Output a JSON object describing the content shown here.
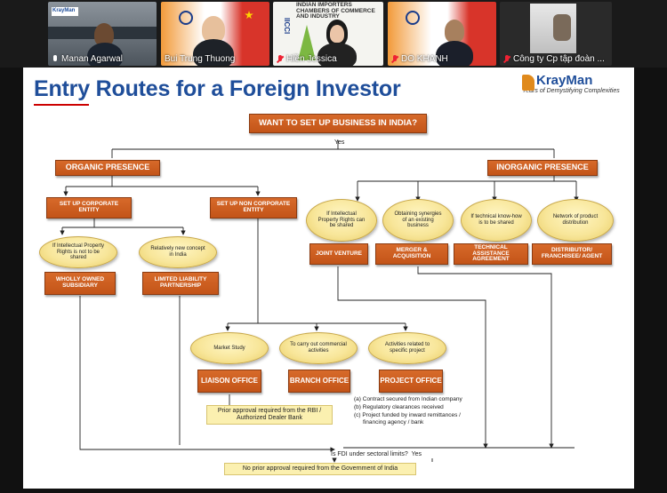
{
  "participants": [
    {
      "name": "Manan Agarwal",
      "muted": false
    },
    {
      "name": "Bui Trung Thuong",
      "muted": false
    },
    {
      "name": "Hiền Jessica",
      "muted": true
    },
    {
      "name": "DO KHANH",
      "muted": true
    },
    {
      "name": "Công ty Cp tập đoàn ...",
      "muted": true
    }
  ],
  "tile3_banner": {
    "line1": "INDIAN IMPORTERS",
    "line2": "CHAMBERS OF COMMERCE",
    "line3": "AND INDUSTRY",
    "vertical": "IICCI"
  },
  "slide": {
    "title": "Entry Routes for a Foreign Investor",
    "logo": {
      "name": "KrayMan",
      "tagline": "Years of Demystifying Complexities"
    },
    "top_question": "WANT TO SET UP BUSINESS IN INDIA?",
    "yes1": "Yes",
    "organic": "ORGANIC PRESENCE",
    "inorganic": "INORGANIC PRESENCE",
    "corporate_entity": "SET UP CORPORATE ENTITY",
    "non_corporate_entity": "SET UP NON CORPORATE ENTITY",
    "oval_ip_not_shared": "If Intellectual Property Rights is not to be shared",
    "oval_new_concept": "Relatively new concept in India",
    "wholly_owned": "WHOLLY OWNED SUBSIDIARY",
    "llp": "LIMITED LIABILITY PARTNERSHIP",
    "oval_ip_shared": "If Intellectual Property Rights can be shared",
    "oval_synergies": "Obtaining synergies of an existing business",
    "oval_technical": "If technical know-how is to be shared",
    "oval_network": "Network of product distribution",
    "joint_venture": "JOINT VENTURE",
    "merger": "MERGER & ACQUISITION",
    "technical_assistance": "TECHNICAL ASSISTANCE AGREEMENT",
    "distributor": "DISTRIBUTOR/ FRANCHISEE/ AGENT",
    "oval_market_study": "Market Study",
    "oval_commercial": "To carry out commercial activities",
    "oval_activities": "Activities related to specific project",
    "liaison": "LIAISON OFFICE",
    "branch": "BRANCH OFFICE",
    "project": "PROJECT OFFICE",
    "prior_approval_rbi": "Prior approval required from the RBI / Authorized Dealer Bank",
    "project_conditions": [
      "(a) Contract secured from Indian company",
      "(b) Regulatory clearances received",
      "(c) Project funded by inward remittances /",
      "financing agency / bank"
    ],
    "fdi_question": "Is FDI under sectoral limits?",
    "yes2": "Yes",
    "no_prior_approval": "No prior approval required from the Government of India"
  }
}
